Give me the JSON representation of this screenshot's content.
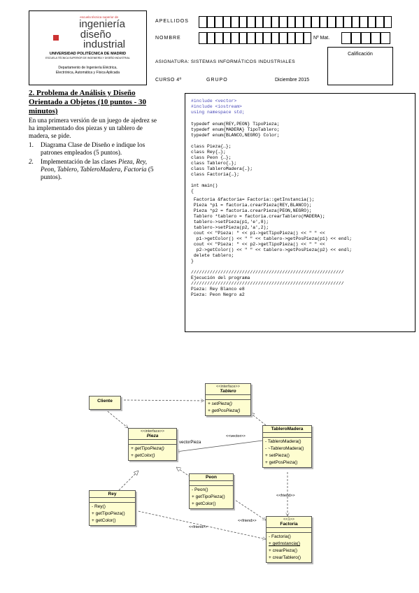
{
  "header": {
    "logo_top": "escuela técnica superior de",
    "logo_line1": "ingeniería",
    "logo_line2": "diseño",
    "logo_line3": "industrial",
    "university": "UNIVERSIDAD POLITÉCNICA DE MADRID",
    "school": "ESCUELA TÉCNICA SUPERIOR DE INGENIERÍA Y DISEÑO INDUSTRIAL",
    "department_line1": "Departamento de Ingeniería Eléctrica,",
    "department_line2": "Electrónica, Automática y Física Aplicada",
    "apellidos_label": "APELLIDOS",
    "nombre_label": "NOMBRE",
    "nmat_label": "Nº Mat.",
    "asignatura": "ASIGNATURA: SISTEMAS INFORMÁTICOS INDUSTRIALES",
    "calificacion_label": "Calificación",
    "curso": "CURSO  4º",
    "grupo": "GRUPO",
    "fecha": "Diciembre 2015"
  },
  "problem": {
    "title_line1": "2. Problema de Análisis y Diseño",
    "title_line2": "Orientado a Objetos (10 puntos - 30",
    "title_line3": "minutos)",
    "intro_line1": "En una primera versión de un juego de ajedrez se",
    "intro_line2": "ha implementado dos piezas y un tablero de",
    "intro_line3": "madera, se pide.",
    "item1_num": "1.",
    "item1_line1": "Diagrama Clase de Diseño e indique los",
    "item1_line2": "patrones empleados (5 puntos).",
    "item2_num": "2.",
    "item2_line1a": "Implementación de las clases ",
    "item2_line1b": "Pieza, Rey,",
    "item2_line2": "Peon, Tablero, TableroMadera, Factoria",
    "item2_line2b": " (5",
    "item2_line3": "puntos)."
  },
  "code": {
    "l01": "#include <vector>",
    "l02": "#include <iostream>",
    "l03": "using namespace std;",
    "l04": "typedef enum{REY,PEON} TipoPieza;",
    "l05": "typedef enum{MADERA} TipoTablero;",
    "l06": "typedef enum{BLANCO,NEGRO} Color;",
    "l07": "class Pieza{…};",
    "l08": "class Rey{…};",
    "l09": "class Peon {…};",
    "l10": "class Tablero{…};",
    "l11": "class TableroMadera{…};",
    "l12": "class Factoria{…};",
    "l13": "int main()",
    "l14": "{",
    "l15": " Factoria &factoria= Factoria::getInstancia();",
    "l16": " Pieza *p1 = factoria.crearPieza(REY,BLANCO);",
    "l17": " Pieza *p2 = factoria.crearPieza(PEON,NEGRO);",
    "l18": " Tablero *tablero = factoria.crearTablero(MADERA);",
    "l19": " tablero->setPieza(p1,'e',8);",
    "l20": " tablero->setPieza(p2,'a',2);",
    "l21": " cout << \"Pieza: \" << p1->getTipoPieza() << \" \" <<",
    "l22": "  p1->getColor() << \" \" << tablero->getPosPieza(p1) << endl;",
    "l23": " cout << \"Pieza: \" << p2->getTipoPieza() << \" \" <<",
    "l24": "  p2->getColor() << \" \" << tablero->getPosPieza(p2) << endl;",
    "l25": " delete tablero;",
    "l26": "}",
    "l27": "/////////////////////////////////////////////////////////",
    "l28": "Ejecución del programa",
    "l29": "/////////////////////////////////////////////////////////",
    "l30": "Pieza: Rey Blanco e8",
    "l31": "Pieza: Peon Negro a2"
  },
  "uml": {
    "cliente": "Cliente",
    "tablero_st": "<<interface>>",
    "tablero": "Tablero",
    "tablero_op1": "+  setPieza()",
    "tablero_op2": "+  getPosPieza()",
    "pieza_st": "<<interface>>",
    "pieza": "Pieza",
    "pieza_op1": "+  getTipoPieza()",
    "pieza_op2": "+  getColor()",
    "tm": "TableroMadera",
    "tm_op1": "-  TableroMadera()",
    "tm_op2": "-  ~TableroMadera()",
    "tm_op3": "+  setPieza()",
    "tm_op4": "+  getPosPieza()",
    "peon": "Peon",
    "peon_op1": "-  Peon()",
    "peon_op2": "+  getTipoPieza()",
    "peon_op3": "+  getColor()",
    "rey": "Rey",
    "rey_op1": "-  Rey()",
    "rey_op2": "+  getTipoPieza()",
    "rey_op3": "+  getColor()",
    "fact_st": "<<1>>",
    "fact": "Factoria",
    "fact_op1": "-  Factoria()",
    "fact_op2": "+  getInstancia()",
    "fact_op3": "+  crearPieza()",
    "fact_op4": "+  crearTablero()",
    "vector_label": "<<vector>>",
    "vectorpieza_label": "vectorPieza",
    "friend1": "<<friend>>",
    "friend2": "<<friend>>",
    "friend3": "<<friend>>"
  }
}
